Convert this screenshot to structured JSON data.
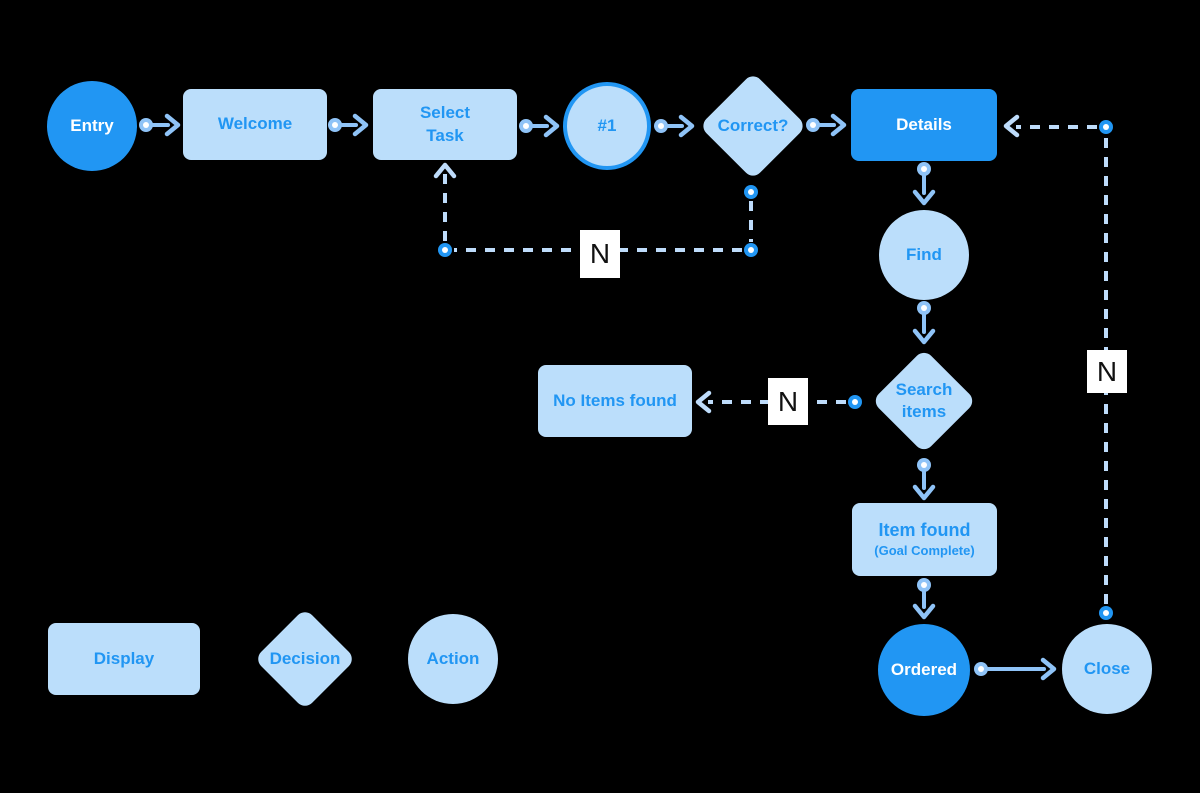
{
  "palette": {
    "accent": "#2196F3",
    "light_fill": "#BBDEFB",
    "label_text": "#2196F3",
    "solid_connector": "#8FC3F7",
    "dashed_connector": "#BEDCFB",
    "edge_label_bg": "#FFFFFF",
    "edge_label_text": "#111111",
    "background": "#000000"
  },
  "nodes": {
    "entry": {
      "label": "Entry",
      "type": "action"
    },
    "welcome": {
      "label": "Welcome",
      "type": "display"
    },
    "select_task": {
      "label": [
        "Select",
        "Task"
      ],
      "type": "display"
    },
    "step_1": {
      "label": "#1",
      "type": "action"
    },
    "correct": {
      "label": "Correct?",
      "type": "decision"
    },
    "details": {
      "label": "Details",
      "type": "display"
    },
    "find": {
      "label": "Find",
      "type": "action"
    },
    "search_items": {
      "label": [
        "Search",
        "items"
      ],
      "type": "decision"
    },
    "no_items_found": {
      "label": "No Items found",
      "type": "display"
    },
    "item_found": {
      "label": "Item found",
      "sublabel": "(Goal Complete)",
      "type": "display"
    },
    "ordered": {
      "label": "Ordered",
      "type": "action"
    },
    "close": {
      "label": "Close",
      "type": "action"
    }
  },
  "edges": [
    {
      "from": "entry",
      "to": "welcome",
      "style": "solid",
      "label": ""
    },
    {
      "from": "welcome",
      "to": "select_task",
      "style": "solid",
      "label": ""
    },
    {
      "from": "select_task",
      "to": "step_1",
      "style": "solid",
      "label": ""
    },
    {
      "from": "step_1",
      "to": "correct",
      "style": "solid",
      "label": ""
    },
    {
      "from": "correct",
      "to": "details",
      "style": "solid",
      "label": ""
    },
    {
      "from": "details",
      "to": "find",
      "style": "solid",
      "label": ""
    },
    {
      "from": "find",
      "to": "search_items",
      "style": "solid",
      "label": ""
    },
    {
      "from": "search_items",
      "to": "item_found",
      "style": "solid",
      "label": ""
    },
    {
      "from": "item_found",
      "to": "ordered",
      "style": "solid",
      "label": ""
    },
    {
      "from": "ordered",
      "to": "close",
      "style": "solid",
      "label": ""
    },
    {
      "from": "correct",
      "to": "select_task",
      "style": "dashed",
      "label": "N"
    },
    {
      "from": "search_items",
      "to": "no_items_found",
      "style": "dashed",
      "label": "N"
    },
    {
      "from": "close",
      "to": "details",
      "style": "dashed",
      "label": "N"
    }
  ],
  "legend": {
    "display": "Display",
    "decision": "Decision",
    "action": "Action"
  }
}
